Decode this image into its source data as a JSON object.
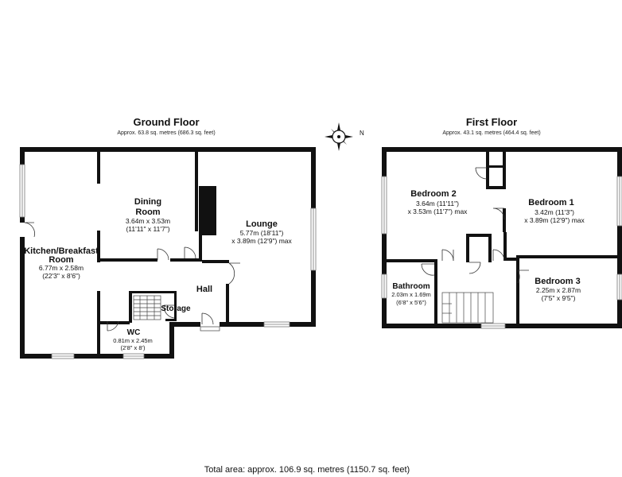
{
  "ground_floor": {
    "title": "Ground Floor",
    "area": "Approx. 63.8 sq. metres (686.3 sq. feet)",
    "rooms": {
      "kitchen": {
        "name_line1": "Kitchen/Breakfast",
        "name_line2": "Room",
        "dim_metric": "6.77m x 2.58m",
        "dim_imperial": "(22'3\" x 8'6\")"
      },
      "dining": {
        "name_line1": "Dining",
        "name_line2": "Room",
        "dim_metric": "3.64m x 3.53m",
        "dim_imperial": "(11'11\" x 11'7\")"
      },
      "lounge": {
        "name": "Lounge",
        "dim_metric": "5.77m (18'11\")",
        "dim_imperial": "x 3.89m (12'9\") max"
      },
      "hall": {
        "name": "Hall"
      },
      "storage": {
        "name": "Storage"
      },
      "wc": {
        "name": "WC",
        "dim_metric": "0.81m x 2.45m",
        "dim_imperial": "(2'8\" x 8')"
      }
    }
  },
  "first_floor": {
    "title": "First Floor",
    "area": "Approx. 43.1 sq. metres (464.4 sq. feet)",
    "rooms": {
      "bedroom2": {
        "name": "Bedroom 2",
        "dim_metric": "3.64m (11'11\")",
        "dim_imperial": "x 3.53m (11'7\") max"
      },
      "bedroom1": {
        "name": "Bedroom 1",
        "dim_metric": "3.42m (11'3\")",
        "dim_imperial": "x 3.89m (12'9\") max"
      },
      "bedroom3": {
        "name": "Bedroom 3",
        "dim_metric": "2.25m x 2.87m",
        "dim_imperial": "(7'5\" x 9'5\")"
      },
      "bathroom": {
        "name": "Bathroom",
        "dim_metric": "2.03m x 1.69m",
        "dim_imperial": "(6'8\" x 5'6\")"
      }
    }
  },
  "compass": {
    "icon": "compass-icon",
    "label": "N"
  },
  "total_area": "Total area: approx. 106.9 sq. metres (1150.7 sq. feet)",
  "colors": {
    "wall": "#111111",
    "window": "#cfd8cf"
  }
}
